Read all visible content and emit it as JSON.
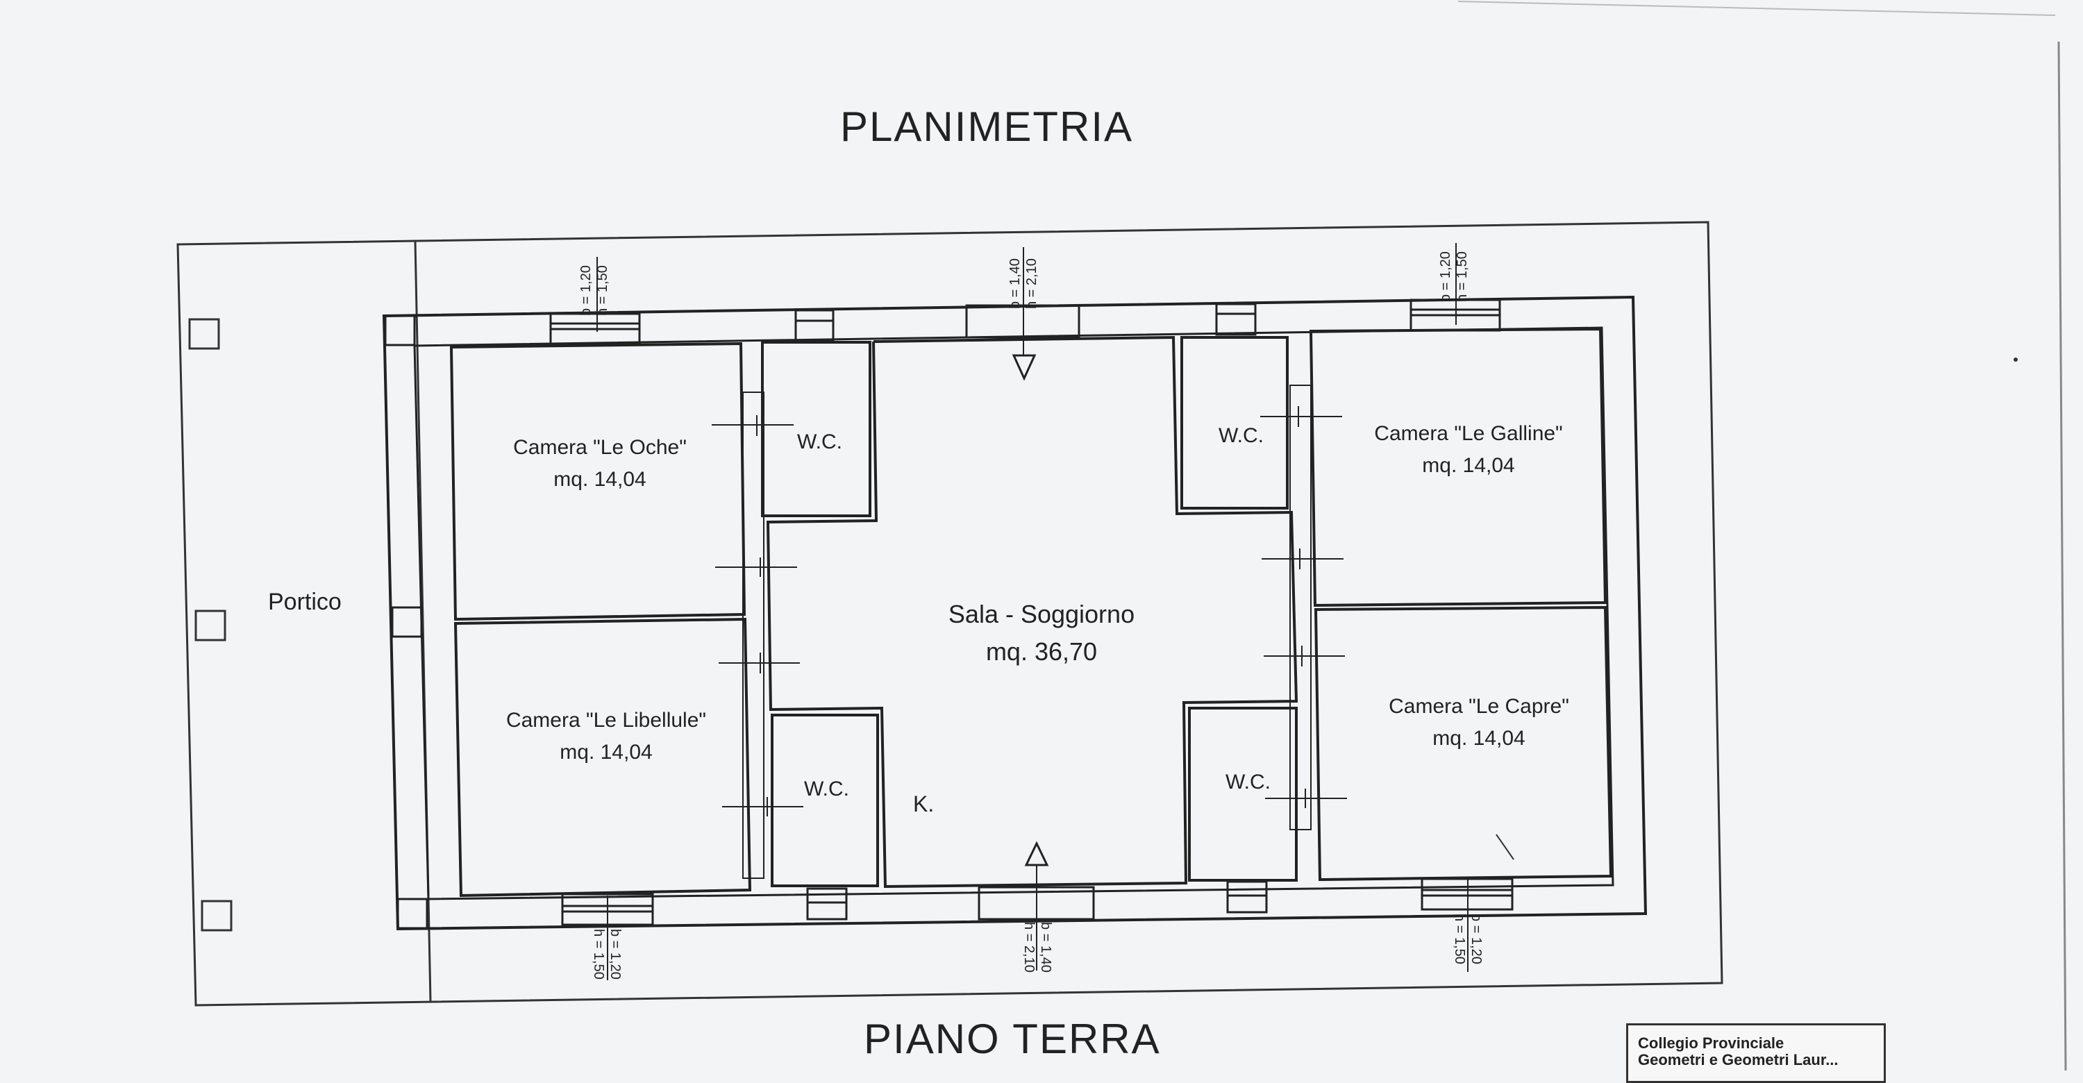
{
  "title": "PLANIMETRIA",
  "floor_label": "PIANO TERRA",
  "portico": "Portico",
  "rooms": {
    "oche": {
      "name": "Camera \"Le Oche\"",
      "area": "mq. 14,04"
    },
    "libellule": {
      "name": "Camera \"Le Libellule\"",
      "area": "mq. 14,04"
    },
    "galline": {
      "name": "Camera \"Le Galline\"",
      "area": "mq. 14,04"
    },
    "capre": {
      "name": "Camera \"Le Capre\"",
      "area": "mq. 14,04"
    },
    "sala": {
      "name": "Sala - Soggiorno",
      "area": "mq. 36,70"
    }
  },
  "wc_label": "W.C.",
  "kitchen_label": "K.",
  "openings": {
    "window_b": "b = 1,20",
    "window_h": "h = 1,50",
    "door_b": "b = 1,40",
    "door_h": "h = 2,10"
  },
  "stamp": {
    "line1": "Collegio Provinciale",
    "line2": "Geometri e Geometri Laur..."
  }
}
